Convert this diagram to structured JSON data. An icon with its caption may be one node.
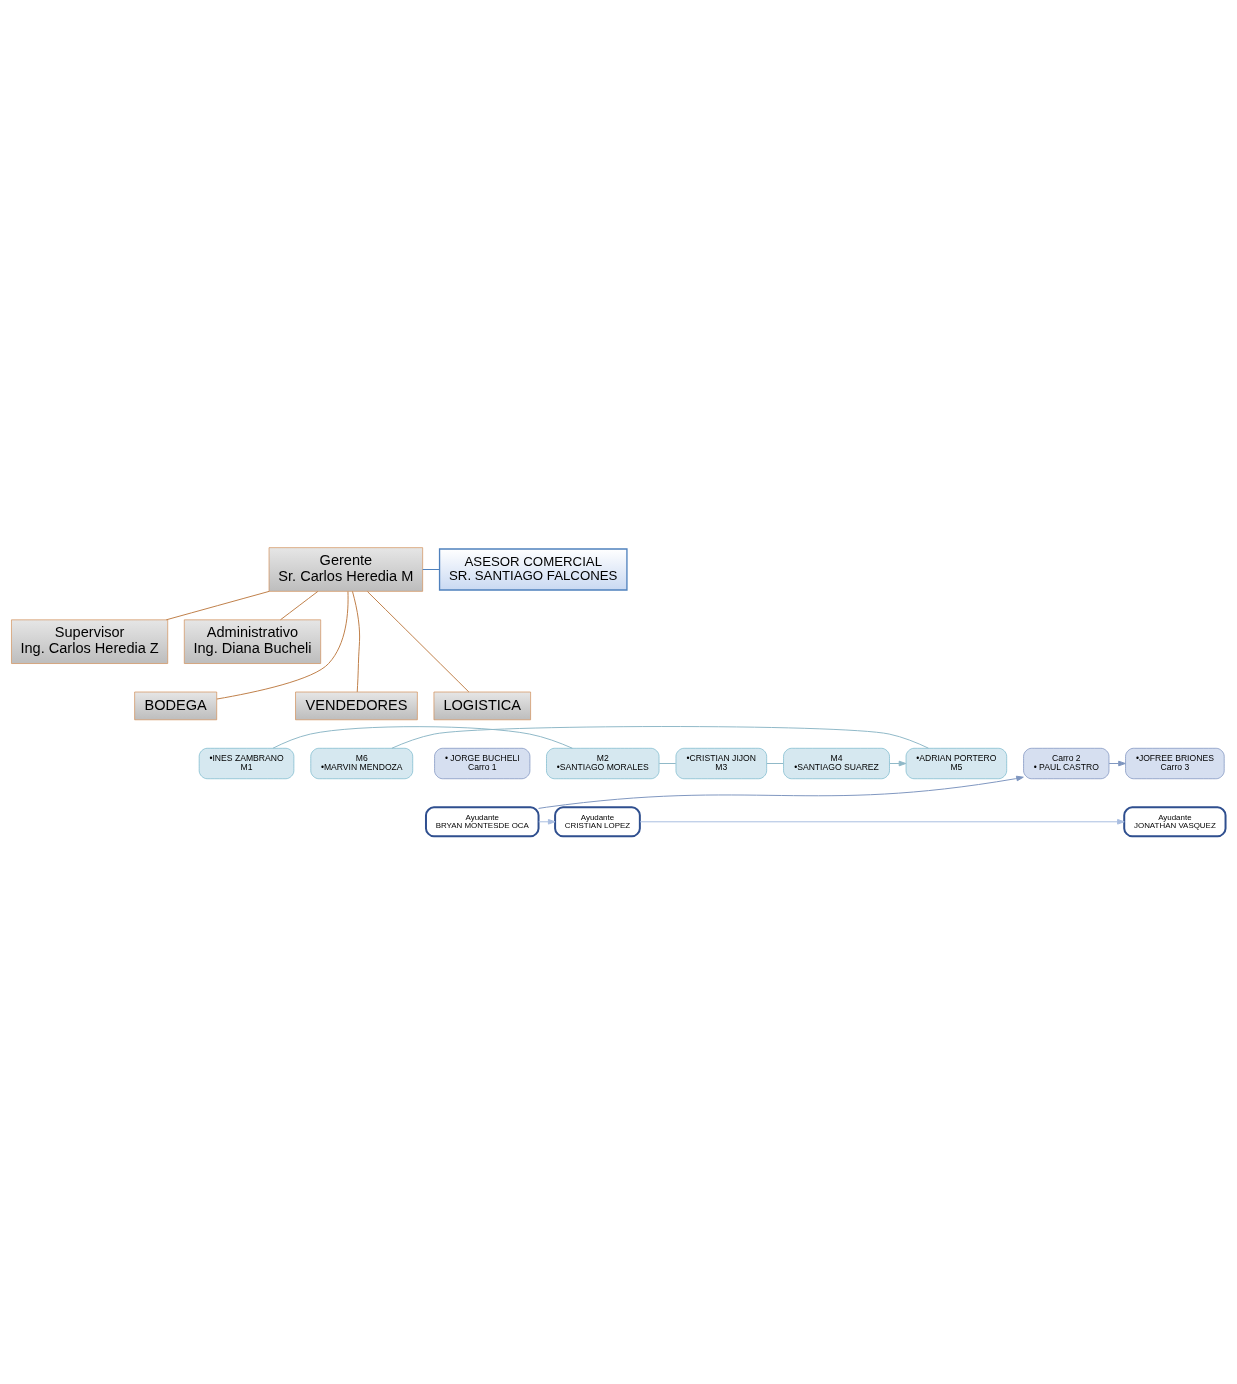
{
  "diagram": {
    "nodes": [
      {
        "text": [
          "Gerente",
          "Sr. Carlos Heredia M"
        ]
      },
      {
        "text": [
          "ASESOR COMERCIAL",
          "SR. SANTIAGO FALCONES"
        ]
      },
      {
        "text": [
          "Supervisor",
          "Ing. Carlos Heredia Z"
        ]
      },
      {
        "text": [
          "Administrativo",
          "Ing. Diana Bucheli"
        ]
      },
      {
        "text": [
          "VENDEDORES"
        ]
      },
      {
        "text": [
          "BODEGA"
        ]
      },
      {
        "text": [
          "LOGISTICA"
        ]
      },
      {
        "text": [
          "•INES ZAMBRANO",
          "M1"
        ]
      },
      {
        "text": [
          "M2",
          "•SANTIAGO MORALES"
        ]
      },
      {
        "text": [
          "•CRISTIAN JIJON",
          "M3"
        ]
      },
      {
        "text": [
          "M4",
          "•SANTIAGO SUAREZ"
        ]
      },
      {
        "text": [
          "•ADRIAN PORTERO",
          "M5"
        ]
      },
      {
        "text": [
          "M6",
          "•MARVIN MENDOZA"
        ]
      },
      {
        "text": [
          "• JORGE BUCHELI",
          "Carro 1"
        ]
      },
      {
        "text": [
          "Carro 2",
          "• PAUL CASTRO"
        ]
      },
      {
        "text": [
          "•JOFREE BRIONES",
          "Carro 3"
        ]
      },
      {
        "text": [
          "Ayudante",
          "BRYAN MONTESDE OCA"
        ]
      },
      {
        "text": [
          "Ayudante",
          "CRISTIAN LOPEZ"
        ]
      },
      {
        "text": [
          "Ayudante",
          "JONATHAN VASQUEZ"
        ]
      }
    ],
    "edges": [
      {
        "from": 0,
        "to": 1,
        "arrow": "none",
        "color": "#4f81bd"
      },
      {
        "from": 0,
        "to": 2,
        "arrow": "none"
      },
      {
        "from": 0,
        "to": 3,
        "arrow": "none"
      },
      {
        "from": 0,
        "to": 4,
        "arrow": "none"
      },
      {
        "from": 0,
        "to": 5,
        "arrow": "none"
      },
      {
        "from": 0,
        "to": 6,
        "arrow": "none"
      },
      {
        "from": 7,
        "to": 8,
        "arrow": "none",
        "color": "#8fb8c8"
      },
      {
        "from": 8,
        "to": 9,
        "arrow": "none",
        "color": "#8fb8c8"
      },
      {
        "from": 9,
        "to": 10,
        "arrow": "none",
        "color": "#8fb8c8"
      },
      {
        "from": 10,
        "to": 11,
        "arrow": "to",
        "color": "#8fb8c8"
      },
      {
        "from": 11,
        "to": 12,
        "arrow": "none",
        "color": "#8fb8c8"
      },
      {
        "from": 14,
        "to": 15,
        "arrow": "to",
        "color": "#7f96c0"
      },
      {
        "from": 16,
        "to": 14,
        "arrow": "to",
        "color": "#7f96c0"
      },
      {
        "from": 16,
        "to": 17,
        "arrow": "to",
        "color": "#a9bde0"
      },
      {
        "from": 17,
        "to": 18,
        "arrow": "to",
        "color": "#a9bde0"
      }
    ]
  }
}
